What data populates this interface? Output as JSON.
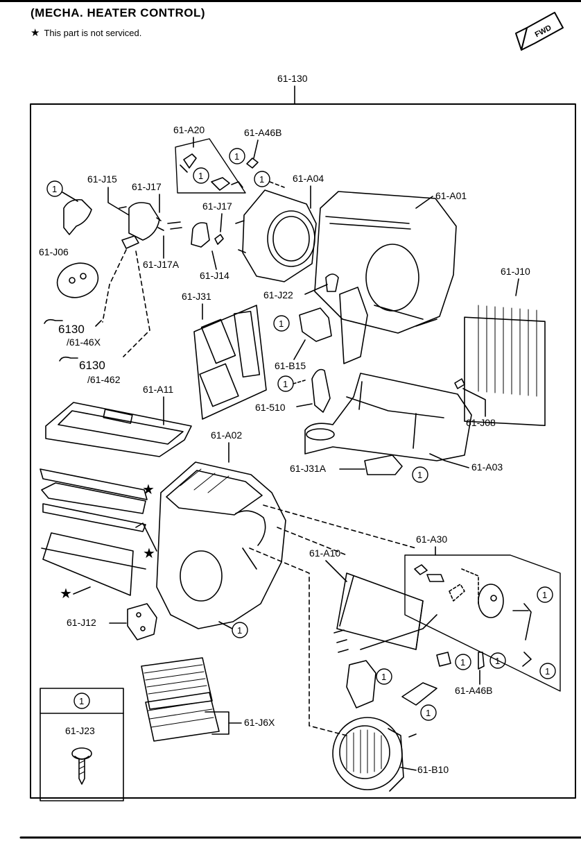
{
  "header": {
    "title": "(MECHA. HEATER CONTROL)",
    "note_symbol": "★",
    "note_text": "This part is not serviced.",
    "fwd_label": "FWD"
  },
  "labels": {
    "main": "61-130",
    "a20": "61-A20",
    "a46b_top": "61-A46B",
    "j15": "61-J15",
    "j17_a": "61-J17",
    "j17_b": "61-J17",
    "a04": "61-A04",
    "a01": "61-A01",
    "j06": "61-J06",
    "j17a": "61-J17A",
    "j14": "61-J14",
    "j10": "61-J10",
    "j31": "61-J31",
    "j22": "61-J22",
    "ref1_num": "6130",
    "ref1_sub": "/61-46X",
    "ref2_num": "6130",
    "ref2_sub": "/61-462",
    "b15": "61-B15",
    "a11": "61-A11",
    "s510": "61-510",
    "j08": "61-J08",
    "a02": "61-A02",
    "j31a": "61-J31A",
    "a03": "61-A03",
    "a30": "61-A30",
    "a10": "61-A10",
    "j12": "61-J12",
    "a46b_bottom": "61-A46B",
    "j6x": "61-J6X",
    "b10": "61-B10",
    "inset_key": "1",
    "inset_part": "61-J23",
    "callout": "1",
    "star": "★"
  }
}
